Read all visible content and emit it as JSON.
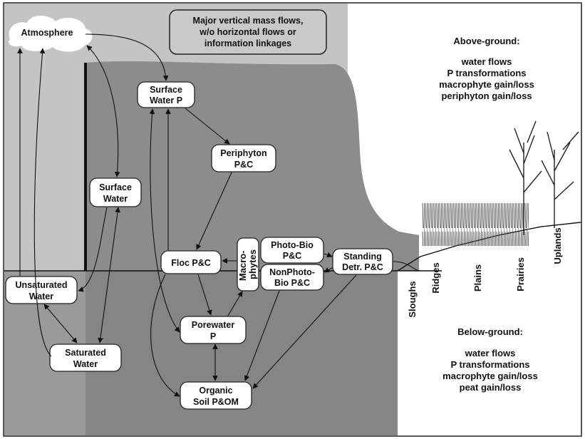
{
  "legend_box": {
    "lines": [
      "Major vertical mass flows,",
      "w/o horizontal flows or",
      "information linkages"
    ]
  },
  "nodes": {
    "atmosphere": "Atmosphere",
    "surface_water_p": [
      "Surface",
      "Water P"
    ],
    "periphyton": [
      "Periphyton",
      "P&C"
    ],
    "surface_water": [
      "Surface",
      "Water"
    ],
    "floc": "Floc P&C",
    "macrophytes": [
      "Macro-",
      "phytes"
    ],
    "photo_bio": [
      "Photo-Bio",
      "P&C"
    ],
    "nonphoto_bio": [
      "NonPhoto-",
      "Bio P&C"
    ],
    "standing_detr": [
      "Standing",
      "Detr. P&C"
    ],
    "unsaturated_water": [
      "Unsaturated",
      "Water"
    ],
    "porewater": [
      "Porewater",
      "P"
    ],
    "saturated_water": [
      "Saturated",
      "Water"
    ],
    "organic_soil": [
      "Organic",
      "Soil P&OM"
    ]
  },
  "above_ground": {
    "title": "Above-ground:",
    "items": [
      "water flows",
      "P transformations",
      "macrophyte gain/loss",
      "periphyton gain/loss"
    ]
  },
  "below_ground": {
    "title": "Below-ground:",
    "items": [
      "water flows",
      "P transformations",
      "macrophyte gain/loss",
      "peat gain/loss"
    ]
  },
  "landscape_labels": [
    "Sloughs",
    "Ridges",
    "Plains",
    "Prairies",
    "Uplands"
  ],
  "colors": {
    "water_column": "#8c8c8c",
    "atmosphere_band": "#c4c4c4",
    "soil_band": "#7f7f7f",
    "box_fill": "#ffffff",
    "text": "#111111"
  }
}
